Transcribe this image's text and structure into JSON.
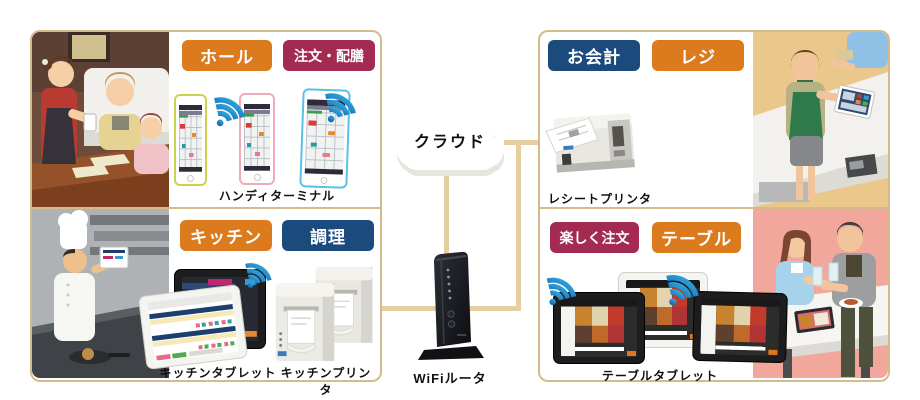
{
  "sections": {
    "hall": {
      "badges": [
        "ホール",
        "注文・配膳"
      ],
      "device_caption": "ハンディターミナル"
    },
    "kitchen": {
      "badges": [
        "キッチン",
        "調理"
      ],
      "tablet_caption": "キッチンタブレット",
      "printer_caption": "キッチンプリンタ"
    },
    "register": {
      "badges": [
        "お会計",
        "レジ"
      ],
      "device_caption": "レシートプリンタ"
    },
    "table": {
      "badges": [
        "楽しく注文",
        "テーブル"
      ],
      "device_caption": "テーブルタブレット"
    }
  },
  "center": {
    "cloud_label": "クラウド",
    "router_label": "WiFiルータ"
  },
  "icons": {
    "wifi": "wifi-signal"
  },
  "colors": {
    "badge_orange": "#dc7a1e",
    "badge_crimson": "#a32a50",
    "badge_navy": "#1b4b7c",
    "panel_border": "#d5bb8c",
    "connector_line": "#e5cfa0",
    "wifi_blue_dark": "#0a4f9e",
    "wifi_blue_light": "#38b8ea"
  }
}
